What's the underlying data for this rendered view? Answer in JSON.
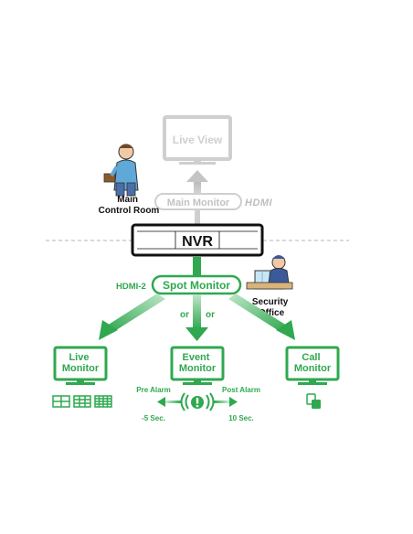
{
  "top": {
    "live_view": "Live View",
    "main_monitor": "Main Monitor",
    "hdmi_logo": "HDMI",
    "main_control_room": [
      "Main",
      "Control Room"
    ]
  },
  "nvr": {
    "label": "NVR"
  },
  "spot": {
    "hdmi2": "HDMI-2",
    "spot_monitor": "Spot Monitor",
    "security_office": [
      "Security",
      "Office"
    ],
    "or_left": "or",
    "or_right": "or"
  },
  "monitors": {
    "live": [
      "Live",
      "Monitor"
    ],
    "event": [
      "Event",
      "Monitor"
    ],
    "call": [
      "Call",
      "Monitor"
    ]
  },
  "alarm": {
    "pre_alarm": "Pre Alarm",
    "post_alarm": "Post Alarm",
    "pre_time": "-5 Sec.",
    "post_time": "10 Sec."
  },
  "icons": [
    "person-icon",
    "security-officer-icon",
    "alarm-icon",
    "split-screen-icon",
    "call-icon"
  ],
  "colors": {
    "green": "#2fa84f",
    "gray": "#c8c8c8",
    "black": "#111111"
  }
}
